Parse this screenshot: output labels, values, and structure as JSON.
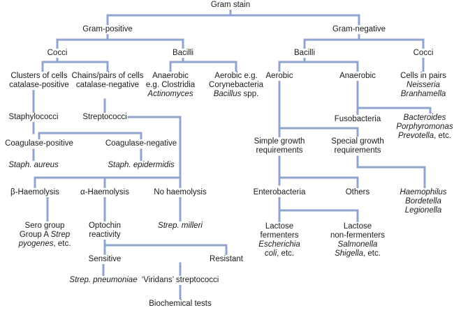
{
  "colors": {
    "connector": "#8fa4cf",
    "text": "#1a1a1a",
    "background": "#ffffff"
  },
  "nodes": {
    "gram_stain": "Gram stain",
    "gram_positive": "Gram-positive",
    "gram_negative": "Gram-negative",
    "gp_cocci": "Cocci",
    "gp_bacilli": "Bacilli",
    "gn_bacilli": "Bacilli",
    "gn_cocci": "Cocci",
    "clusters_1": "Clusters of cells",
    "clusters_2": "catalase-positive",
    "chains_1": "Chains/pairs of cells",
    "chains_2": "catalase-negative",
    "anaerobic_gp_1": "Anaerobic",
    "anaerobic_gp_2": "e.g. Clostridia",
    "anaerobic_gp_3": "Actinomyces",
    "aerobic_gp_1": "Aerobic e.g.",
    "aerobic_gp_2": "Corynebacteria",
    "aerobic_gp_3": "Bacillus",
    "aerobic_gp_3b": " spp.",
    "gn_aerobic": "Aerobic",
    "gn_anaerobic": "Anaerobic",
    "pairs_1": "Cells in pairs",
    "pairs_2": "Neisseria",
    "pairs_3": "Branhamella",
    "staphylococci": "Staphylococci",
    "streptococci": "Streptococci",
    "fusobacteria": "Fusobacteria",
    "bacteroides_1": "Bacteroides",
    "bacteroides_2": "Porphyromonas",
    "bacteroides_3": "Prevotella",
    "bacteroides_3b": ", etc.",
    "coag_pos": "Coagulase-positive",
    "coag_neg": "Coagulase-negative",
    "simple_1": "Simple growth",
    "simple_2": "requirements",
    "special_1": "Special growth",
    "special_2": "requirements",
    "staph_aureus": "Staph. aureus",
    "staph_epidermidis": "Staph. epidermidis",
    "beta": "β-Haemolysis",
    "alpha": "α-Haemolysis",
    "no_haemolysis": "No haemolysis",
    "enterobacteria": "Enterobacteria",
    "others": "Others",
    "haemophilus_1": "Haemophilus",
    "haemophilus_2": "Bordetella",
    "haemophilus_3": "Legionella",
    "sero_1": "Sero group",
    "sero_2": "Group A ",
    "sero_2b": "Strep",
    "sero_3": "pyogenes",
    "sero_3b": ", etc.",
    "optochin_1": "Optochin",
    "optochin_2": "reactivity",
    "strep_milleri": "Strep. milleri",
    "lactose_f_1": "Lactose",
    "lactose_f_2": "fermenters",
    "lactose_f_3": "Escherichia",
    "lactose_f_4": "coli",
    "lactose_f_4b": ", etc.",
    "lactose_nf_1": "Lactose",
    "lactose_nf_2": "non-fermenters",
    "lactose_nf_3": "Salmonella",
    "lactose_nf_4": "Shigella",
    "lactose_nf_4b": ", etc.",
    "sensitive": "Sensitive",
    "resistant": "Resistant",
    "strep_pneumoniae": "Strep. pneumoniae",
    "viridans": "‘Viridans’ streptococci",
    "biochemical": "Biochemical tests"
  }
}
